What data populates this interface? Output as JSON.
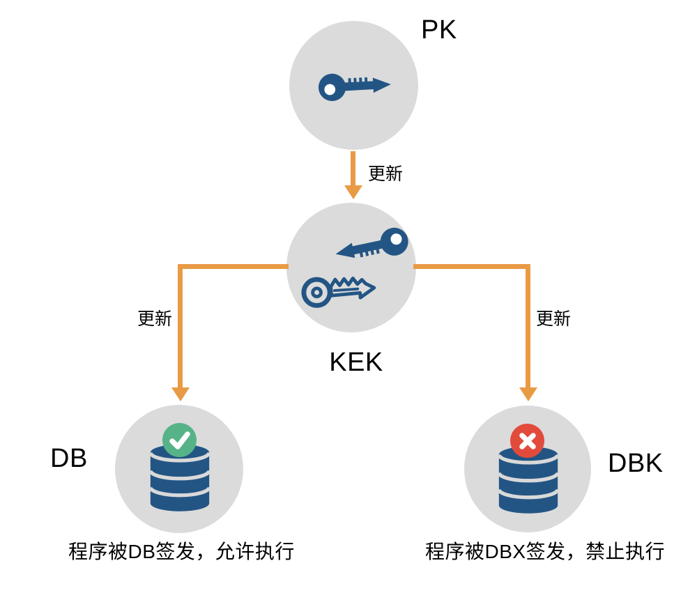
{
  "nodes": {
    "pk": {
      "label": "PK"
    },
    "kek": {
      "label": "KEK"
    },
    "db": {
      "label": "DB",
      "caption": "程序被DB签发，允许执行"
    },
    "dbk": {
      "label": "DBK",
      "caption": "程序被DBX签发，禁止执行"
    }
  },
  "edges": {
    "pk_kek": {
      "label": "更新"
    },
    "kek_db": {
      "label": "更新"
    },
    "kek_dbk": {
      "label": "更新"
    }
  },
  "icons": {
    "pk": "single-key-icon",
    "kek": "double-key-icon",
    "db": "database-with-check-badge-icon",
    "dbk": "database-with-cross-badge-icon"
  },
  "colors": {
    "node_bg": "#DBDBDB",
    "icon_blue": "#235584",
    "arrow_orange": "#E99A44",
    "check_green": "#56B387",
    "cross_red": "#E24B3C",
    "band_gray": "#D9D9D9",
    "text": "#000000"
  }
}
